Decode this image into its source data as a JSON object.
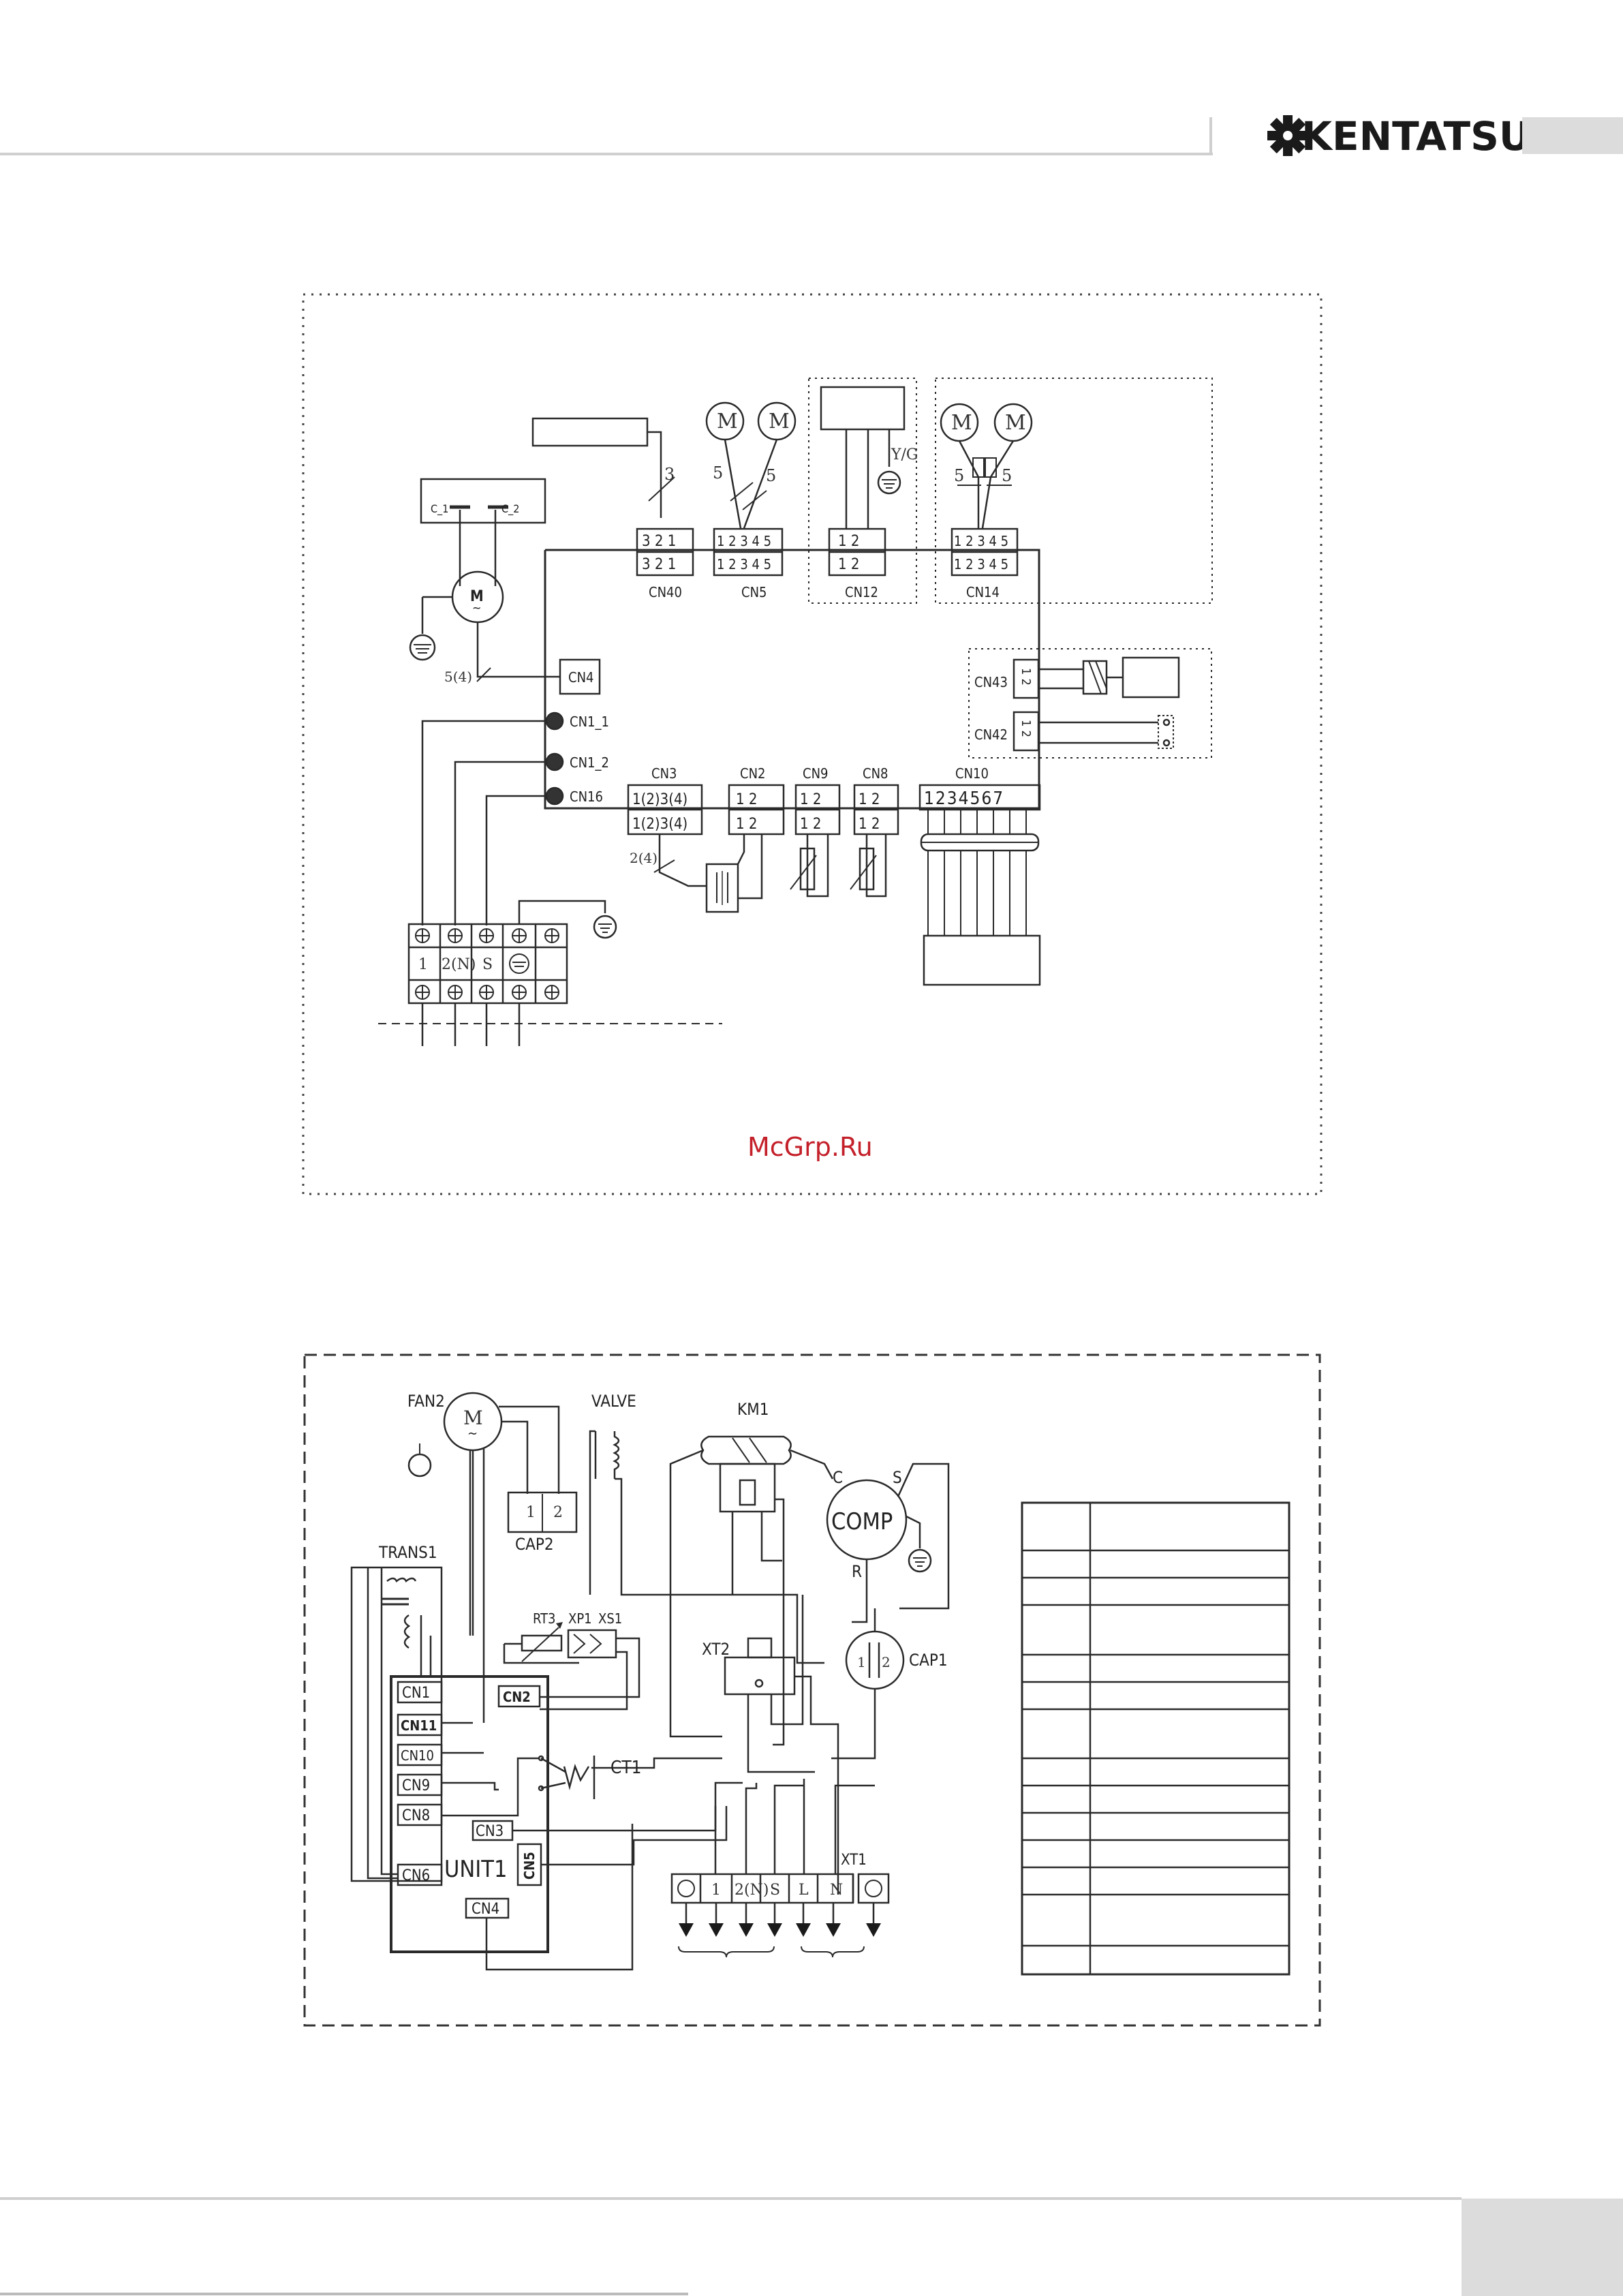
{
  "header": {
    "brand": "KENTATSU"
  },
  "watermark": "McGrp.Ru",
  "diagram1": {
    "cn40": {
      "name": "CN40",
      "pins_top": "3 2 1",
      "pins_bottom": "3 2 1",
      "wire_count": "3"
    },
    "cn5": {
      "name": "CN5",
      "pins": "1 2 3 4 5",
      "wire_left": "5",
      "wire_right": "5"
    },
    "cn12": {
      "name": "CN12",
      "pins": "1  2",
      "ground_label": "Y/G"
    },
    "cn14": {
      "name": "CN14",
      "pins": "1 2 3 4 5",
      "wire_left": "5",
      "wire_right": "5"
    },
    "motor_symbol": "M",
    "motor_tilde": "~",
    "cap_labels": [
      "C_1",
      "C_2"
    ],
    "motor_wire_count": "5(4)",
    "cn4": "CN4",
    "side_connectors": [
      "CN1_1",
      "CN1_2",
      "CN16"
    ],
    "cn43": {
      "name": "CN43",
      "pins": "1 2"
    },
    "cn42": {
      "name": "CN42",
      "pins": "1 2"
    },
    "cn3": {
      "name": "CN3",
      "pins": "1(2)3(4)",
      "wire_count": "2(4)"
    },
    "cn2": {
      "name": "CN2",
      "pins": "1  2"
    },
    "cn9": {
      "name": "CN9",
      "pins": "1  2"
    },
    "cn8": {
      "name": "CN8",
      "pins": "1  2"
    },
    "cn10": {
      "name": "CN10",
      "pins": "1234567"
    },
    "terminal_labels": [
      "1",
      "2(N)",
      "S"
    ]
  },
  "diagram2": {
    "fan": "FAN2",
    "valve": "VALVE",
    "km": "KM1",
    "comp": "COMP",
    "comp_pins": [
      "C",
      "S",
      "R"
    ],
    "cap2": {
      "name": "CAP2",
      "pins": [
        "1",
        "2"
      ]
    },
    "cap1": {
      "name": "CAP1",
      "pins": [
        "1",
        "2"
      ]
    },
    "trans": "TRANS1",
    "rt3": "RT3",
    "xp1": "XP1",
    "xs1": "XS1",
    "xt2": "XT2",
    "ct1": "CT1",
    "xt1": "XT1",
    "unit": "UNIT1",
    "unit_connectors": [
      "CN1",
      "CN11",
      "CN10",
      "CN9",
      "CN8",
      "CN6"
    ],
    "inner_connectors": [
      "CN2",
      "CN3",
      "CN5",
      "CN4"
    ],
    "terminal_labels": [
      "1",
      "2(N)",
      "S",
      "L",
      "N"
    ]
  }
}
